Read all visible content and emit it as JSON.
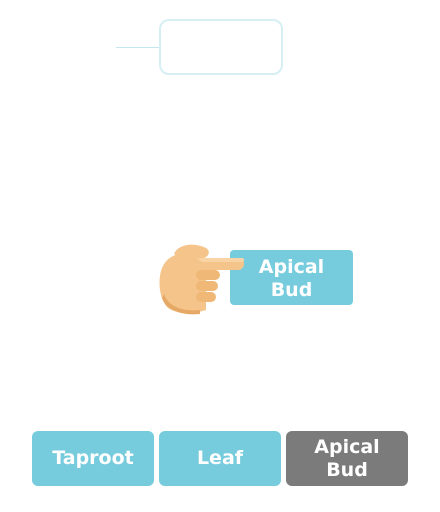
{
  "target": {
    "slot_label": ""
  },
  "dragged_card": {
    "label": "Apical\nBud"
  },
  "options": [
    {
      "label": "Taproot",
      "state": "available"
    },
    {
      "label": "Leaf",
      "state": "available"
    },
    {
      "label": "Apical\nBud",
      "state": "used"
    }
  ],
  "colors": {
    "option_available": "#76cbdd",
    "option_used": "#7b7b7b",
    "slot_border": "#d6eff4",
    "leader_line": "#c4e6ee",
    "hand_skin": "#f5c48a"
  },
  "icons": {
    "pointer": "pointing-hand-icon"
  }
}
